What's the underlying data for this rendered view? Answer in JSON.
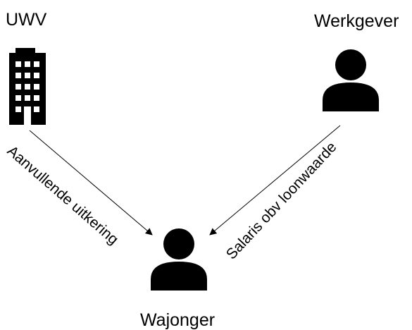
{
  "diagram": {
    "nodes": {
      "uwv": {
        "label": "UWV",
        "icon": "building-icon"
      },
      "werkgever": {
        "label": "Werkgever",
        "icon": "person-icon"
      },
      "wajonger": {
        "label": "Wajonger",
        "icon": "person-icon"
      }
    },
    "edges": {
      "uwv_to_wajonger": {
        "label": "Aanvullende uitkering"
      },
      "werkgever_to_wajonger": {
        "label": "Salaris obv loonwaarde"
      }
    },
    "colors": {
      "ink": "#000000",
      "background": "#ffffff"
    }
  }
}
